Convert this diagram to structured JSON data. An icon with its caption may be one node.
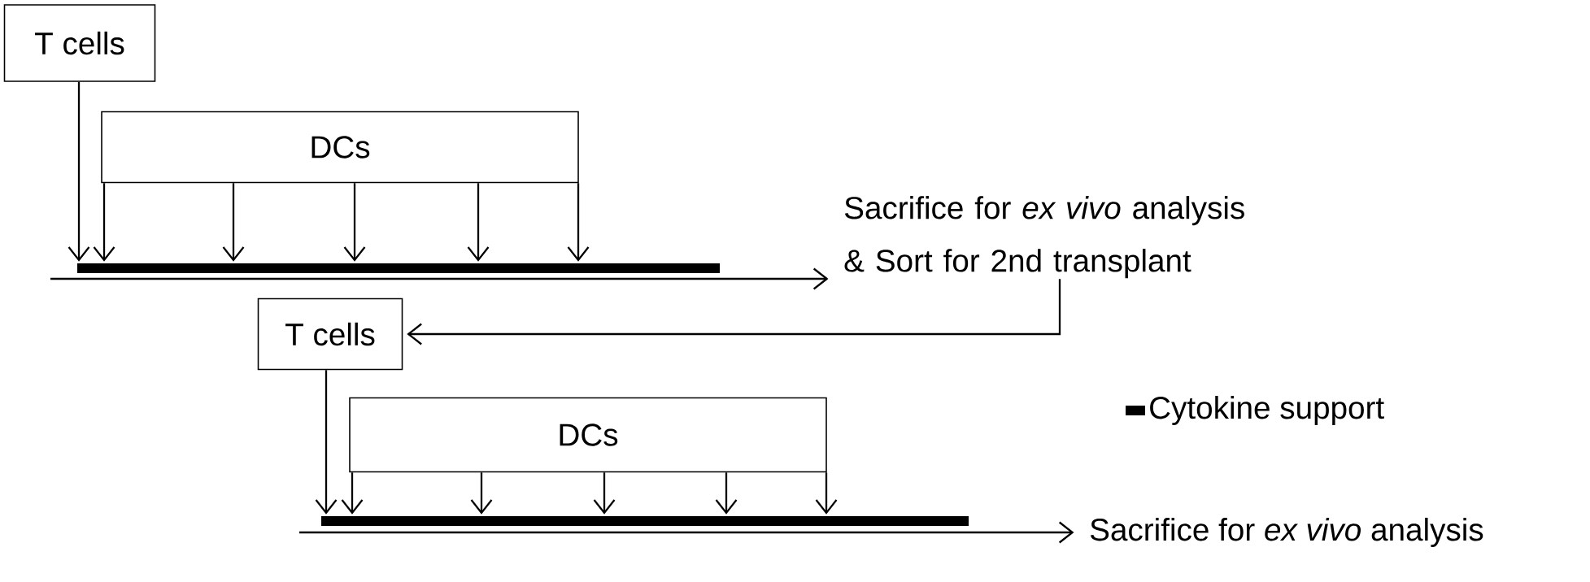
{
  "diagram": {
    "nodes": [
      {
        "text": [
          "T cells"
        ]
      },
      {
        "text": [
          "DCs"
        ]
      },
      {
        "text": [],
        "shape": "bar"
      },
      {
        "text": [
          "Sacrifice for *ex vivo* analysis & Sort for 2nd transplant"
        ]
      },
      {
        "text": [
          "T cells"
        ]
      },
      {
        "text": [
          "DCs"
        ]
      },
      {
        "text": [],
        "shape": "bar"
      },
      {
        "text": [
          "Sacrifice for *ex vivo* analysis"
        ]
      }
    ],
    "edges": [
      {
        "from": 0,
        "to": 2,
        "arrow": "to"
      },
      {
        "from": 1,
        "to": 2,
        "arrow": "to"
      },
      {
        "from": 1,
        "to": 2,
        "arrow": "to"
      },
      {
        "from": 1,
        "to": 2,
        "arrow": "to"
      },
      {
        "from": 1,
        "to": 2,
        "arrow": "to"
      },
      {
        "from": 1,
        "to": 2,
        "arrow": "to"
      },
      {
        "from": null,
        "to": 3,
        "arrow": "to"
      },
      {
        "from": 3,
        "to": 4,
        "arrow": "to"
      },
      {
        "from": 4,
        "to": 6,
        "arrow": "to"
      },
      {
        "from": 5,
        "to": 6,
        "arrow": "to"
      },
      {
        "from": 5,
        "to": 6,
        "arrow": "to"
      },
      {
        "from": 5,
        "to": 6,
        "arrow": "to"
      },
      {
        "from": 5,
        "to": 6,
        "arrow": "to"
      },
      {
        "from": 5,
        "to": 6,
        "arrow": "to"
      },
      {
        "from": null,
        "to": 7,
        "arrow": "to"
      }
    ],
    "legend": [
      {
        "text": "Cytokine support",
        "color": "#000000"
      }
    ]
  }
}
